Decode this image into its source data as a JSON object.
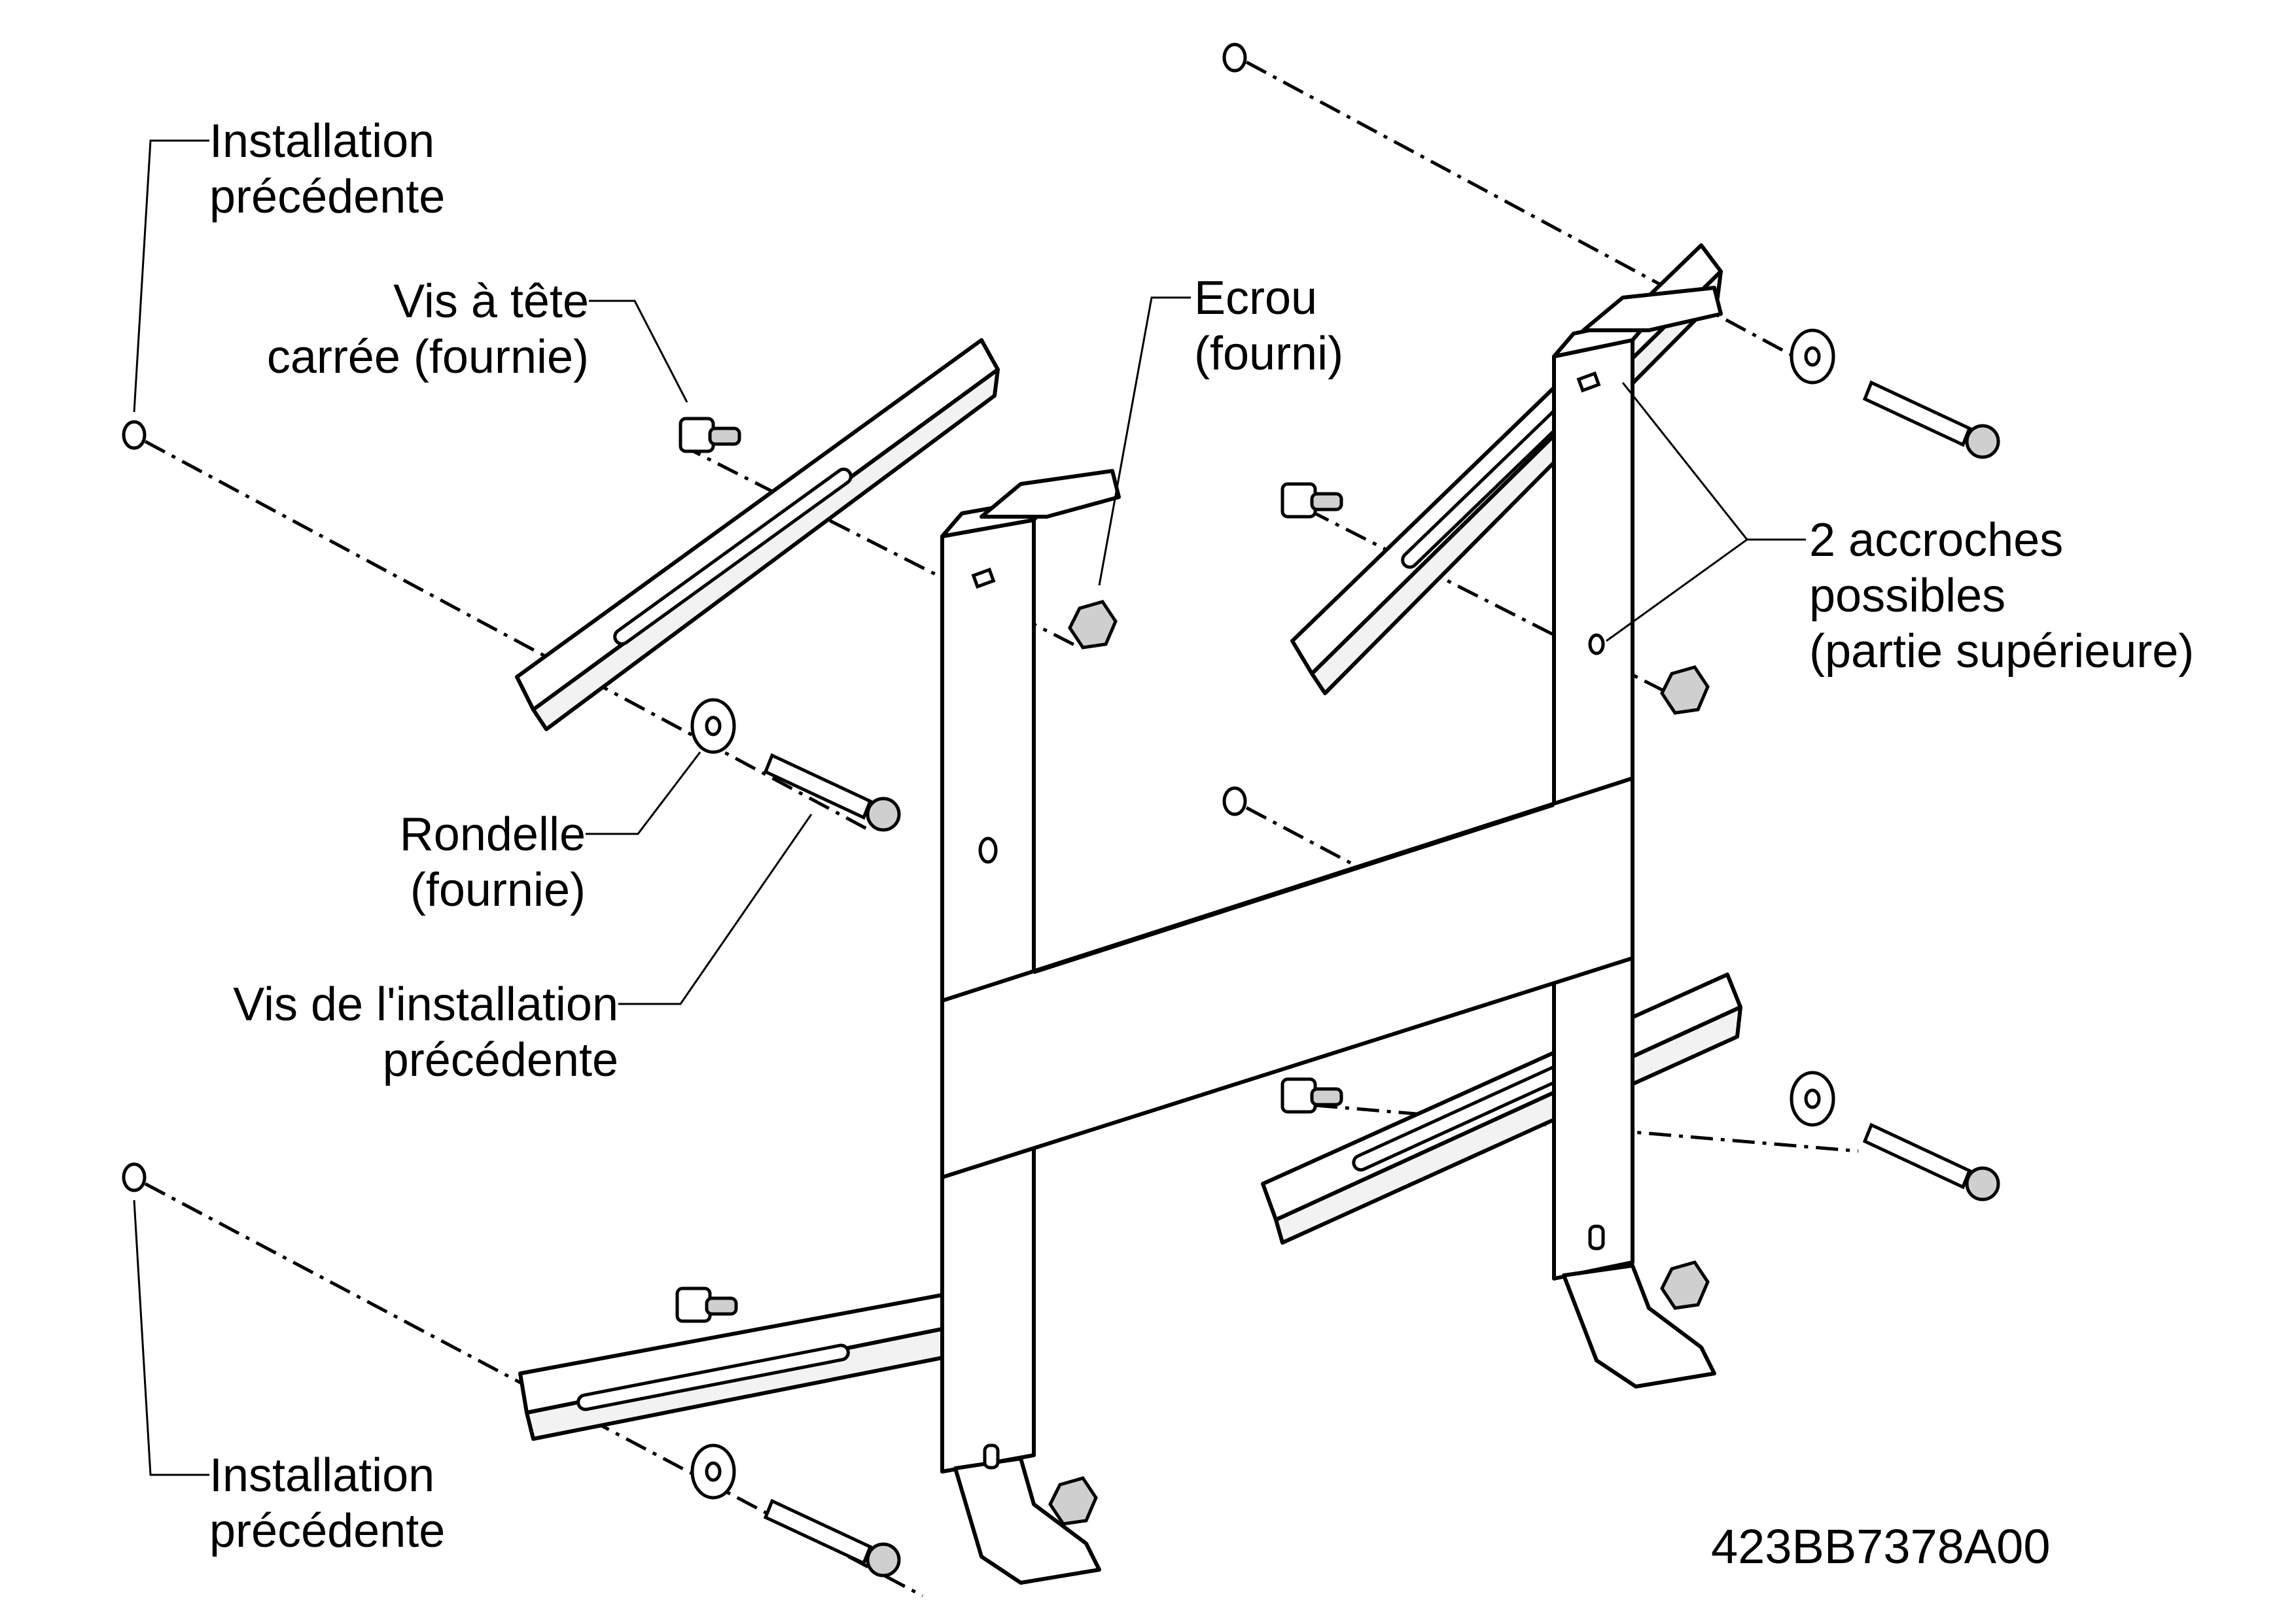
{
  "labels": {
    "installation_top_line1": "Installation",
    "installation_top_line2": "précédente",
    "vis_tete_line1": "Vis à tête",
    "vis_tete_line2": "carrée (fournie)",
    "ecrou_line1": "Ecrou",
    "ecrou_line2": "(fourni)",
    "accroches_line1": "2 accroches",
    "accroches_line2": "possibles",
    "accroches_line3": "(partie supérieure)",
    "rondelle_line1": "Rondelle",
    "rondelle_line2": "(fournie)",
    "vis_install_line1": "Vis de l'installation",
    "vis_install_line2": "précédente",
    "installation_bottom_line1": "Installation",
    "installation_bottom_line2": "précédente"
  },
  "reference_code": "423BB7378A00"
}
